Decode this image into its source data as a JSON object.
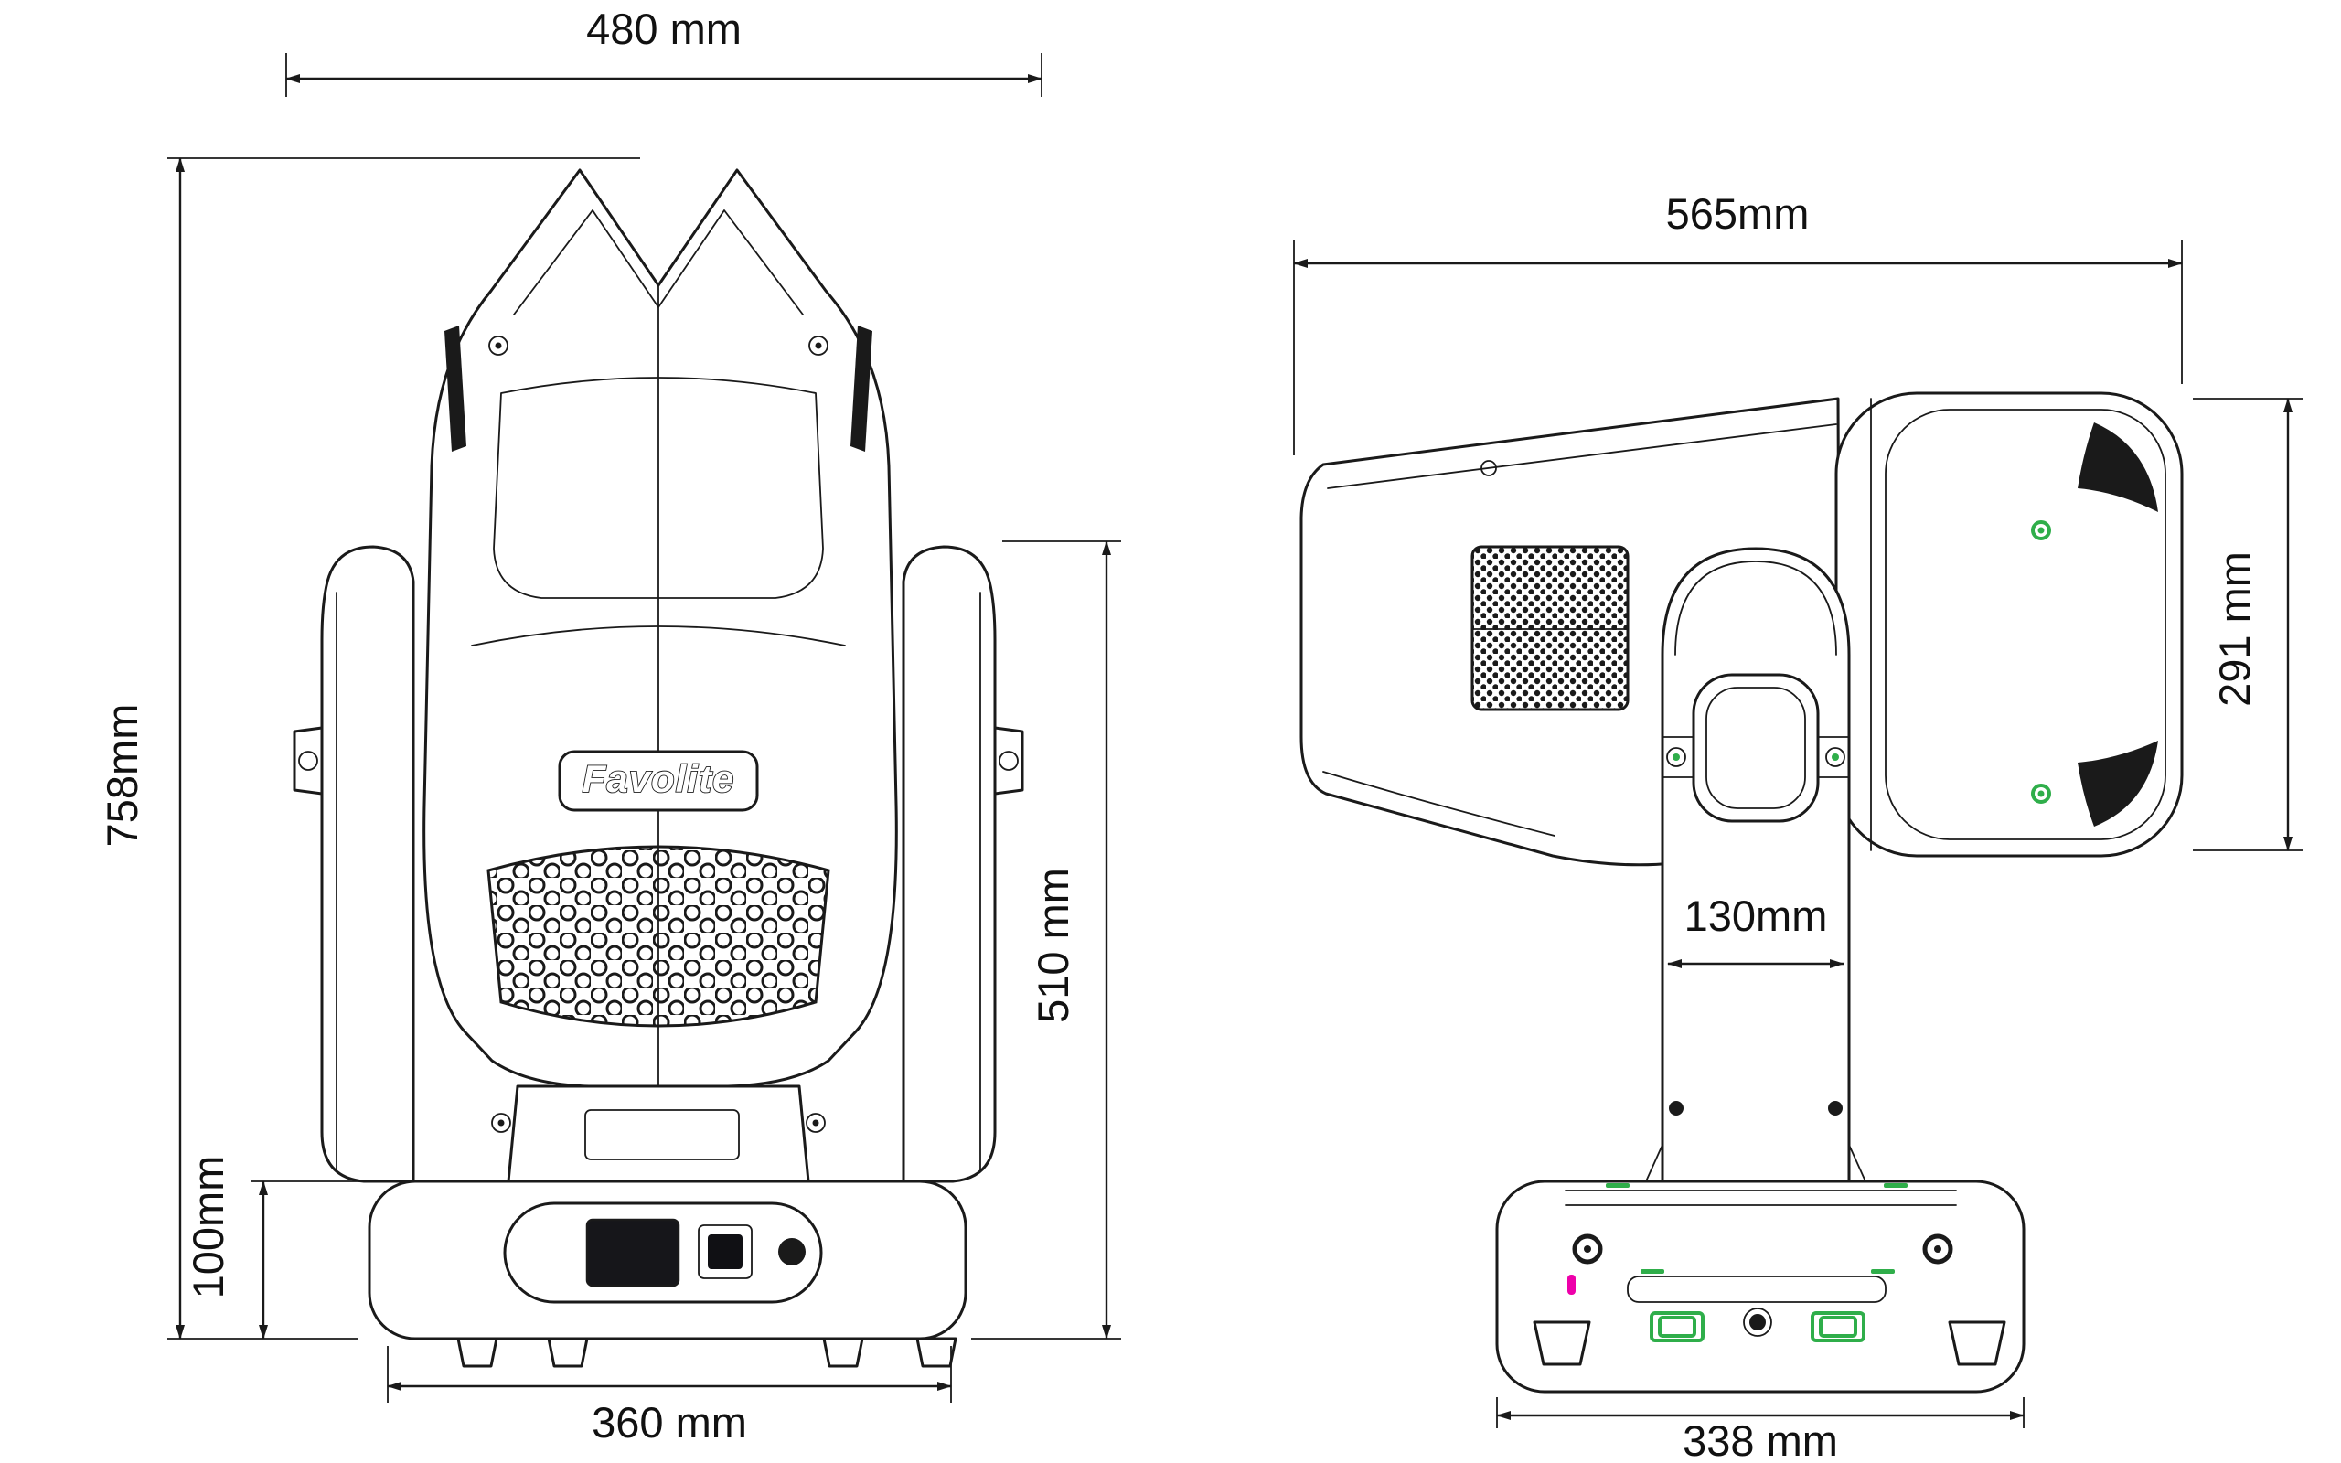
{
  "drawing": {
    "brand_logo": "Favolite",
    "front_view": {
      "dimensions": {
        "top_width": "480 mm",
        "total_height": "758mm",
        "base_height": "100mm",
        "base_bottom_width": "360 mm",
        "body_height": "510 mm"
      }
    },
    "side_view": {
      "dimensions": {
        "total_length": "565mm",
        "head_height": "291 mm",
        "yoke_arm_width": "130mm",
        "base_depth": "338 mm"
      }
    },
    "colors": {
      "line": "#1a1a1a",
      "accent_green": "#2fae4a",
      "accent_magenta": "#ee00aa",
      "background": "#ffffff"
    }
  }
}
